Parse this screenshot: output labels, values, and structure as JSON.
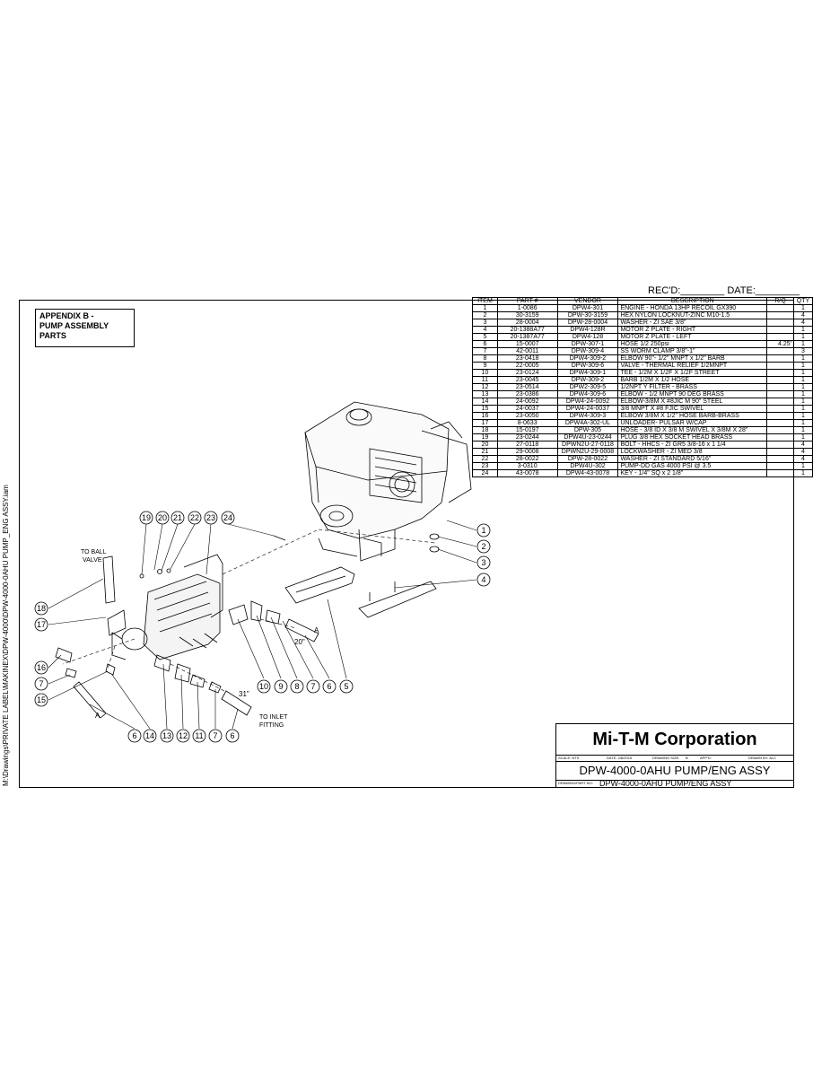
{
  "header": {
    "recd": "REC'D:________ DATE:________"
  },
  "appendix": {
    "line1": "APPENDIX B -",
    "line2": "PUMP ASSEMBLY",
    "line3": "PARTS"
  },
  "side_path": "M:\\Drawings\\PRIVATE LABEL\\MAKINEX\\DPW-4000\\DPW-4000-0AHU PUMP_ENG ASSY.iam",
  "bom": {
    "headers": [
      "ITEM",
      "PART #",
      "VENDOR",
      "DESCRIPTION",
      "R/Q",
      "QTY"
    ],
    "rows": [
      [
        "1",
        "1-0086",
        "DPW4-301",
        "ENGINE - HONDA 13HP RECOIL GX390",
        "",
        "1"
      ],
      [
        "2",
        "30-3159",
        "DPW-30-3159",
        "HEX NYLON LOCKNUT-ZINC M10-1.5",
        "",
        "4"
      ],
      [
        "3",
        "28-0004",
        "DPW-28-0004",
        "WASHER - ZI SAE 3/8\"",
        "",
        "4"
      ],
      [
        "4",
        "20-1388A77",
        "DPW4-128R",
        "MOTOR Z PLATE - RIGHT",
        "",
        "1"
      ],
      [
        "5",
        "20-1387A77",
        "DPW4-128",
        "MOTOR Z PLATE - LEFT",
        "",
        "1"
      ],
      [
        "6",
        "15-0007",
        "DPW-307-1",
        "HOSE 1/2 250psi",
        "4.25'",
        "1"
      ],
      [
        "7",
        "42-0011",
        "DPW-309-4",
        "SS WORM CLAMP 3/8\"-1\"",
        "",
        "3"
      ],
      [
        "8",
        "23-0418",
        "DPW4-309-2",
        "ELBOW 90\"- 1/2\" MNPT x 1/2\" BARB",
        "",
        "1"
      ],
      [
        "9",
        "22-0005",
        "DPW-309-6",
        "VALVE - THERMAL RELIEF 1/2MNPT",
        "",
        "1"
      ],
      [
        "10",
        "23-0124",
        "DPW4-309-1",
        "TEE - 1/2M X 1/2F X 1/2F STREET",
        "",
        "1"
      ],
      [
        "11",
        "23-0045",
        "DPW-309-2",
        "BARB 1/2M X 1/2 HOSE",
        "",
        "1"
      ],
      [
        "12",
        "23-0514",
        "DPW2-309-5",
        "1/2NPT Y FILTER - BRASS",
        "",
        "1"
      ],
      [
        "13",
        "23-0386",
        "DPW4-309-6",
        "ELBOW - 1/2 MNPT 90 DEG BRASS",
        "",
        "1"
      ],
      [
        "14",
        "24-0092",
        "DPW4-24-0092",
        "ELBOW-3/8M X #8JIC M 90\" STEEL",
        "",
        "1"
      ],
      [
        "15",
        "24-0037",
        "DPW4-24-0037",
        "3/8 MNPT X #8 FJIC SWIVEL",
        "",
        "1"
      ],
      [
        "16",
        "23-0050",
        "DPW4-309-3",
        "ELBOW 3/8M X 1/2\" HOSE BARB-BRASS",
        "",
        "1"
      ],
      [
        "17",
        "8-0633",
        "DPW4A-302-UL",
        "UNLOADER- PULSAR W/CAP",
        "",
        "1"
      ],
      [
        "18",
        "15-0197",
        "DPW-305",
        "HOSE - 3/8 ID X 3/8 M SWIVEL X 3/8M X 28\"",
        "",
        "1"
      ],
      [
        "19",
        "23-0244",
        "DPW4U-23-0244",
        "PLUG 3/8 HEX SOCKET HEAD BRASS",
        "",
        "1"
      ],
      [
        "20",
        "27-0118",
        "DPWN2U-27-0118",
        "BOLT - HHCS - ZI GR5 3/8-16 x 1 1/4",
        "",
        "4"
      ],
      [
        "21",
        "29-0008",
        "DPWN2U-29-0008",
        "LOCKWASHER - ZI MED 3/8",
        "",
        "4"
      ],
      [
        "22",
        "28-0022",
        "DPW-28-0022",
        "WASHER - ZI STANDARD 5/16\"",
        "",
        "4"
      ],
      [
        "23",
        "3-0310",
        "DPW4U-302",
        "PUMP-DD GAS 4000 PSI @ 3.5",
        "",
        "1"
      ],
      [
        "24",
        "43-0078",
        "DPW4-43-0078",
        "KEY - 1/4\" SQ x 2 1/8\"",
        "",
        "1"
      ]
    ]
  },
  "labels": {
    "to_ball_1": "TO BALL",
    "to_ball_2": "VALVE",
    "to_inlet_1": "TO INLET",
    "to_inlet_2": "FITTING",
    "a_top": "A",
    "a_bottom": "A",
    "len_20": "20\"",
    "len_31": "31\""
  },
  "callouts": {
    "c19": "19",
    "c20": "20",
    "c21": "21",
    "c22": "22",
    "c23": "23",
    "c24": "24",
    "c1": "1",
    "c2": "2",
    "c3": "3",
    "c4": "4",
    "c18": "18",
    "c17": "17",
    "c16": "16",
    "c7a": "7",
    "c15": "15",
    "c10": "10",
    "c9": "9",
    "c8": "8",
    "c7b": "7",
    "c6a": "6",
    "c5": "5",
    "c6b": "6",
    "c14": "14",
    "c13": "13",
    "c12": "12",
    "c11": "11",
    "c7c": "7",
    "c6c": "6"
  },
  "titleblock": {
    "company": "Mi-T-M Corporation",
    "scale": "SCALE: NTS",
    "date": "DATE: 2/8/2015",
    "drawing_size": "DRAWING SIZE:",
    "size_val": "B",
    "appd": "APP'D:",
    "drawn_by": "DRAWN BY: ALC",
    "title": "DPW-4000-0AHU PUMP/ENG ASSY",
    "dwg_label": "DRAWING/PART NO:",
    "dwg_no": "DPW-4000-0AHU PUMP/ENG ASSY"
  }
}
